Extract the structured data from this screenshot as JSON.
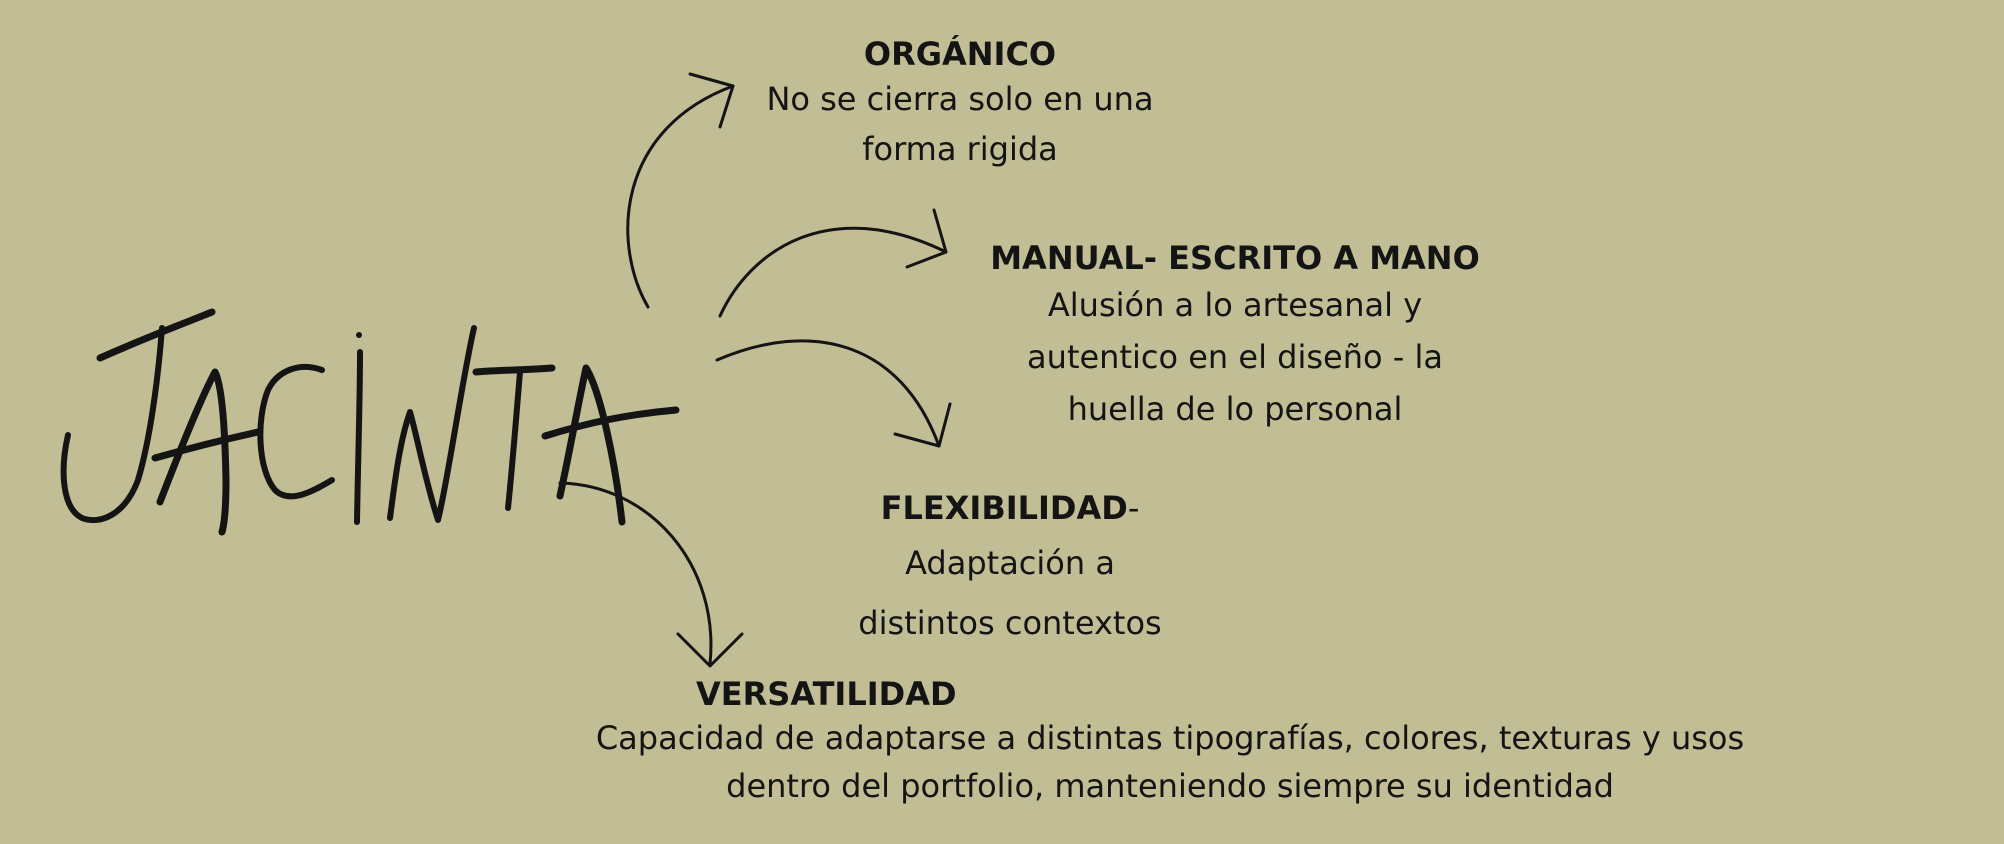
{
  "logo": {
    "lettering": "JACINTA"
  },
  "concepts": {
    "organico": {
      "heading": "ORGÁNICO",
      "lines": [
        "No se cierra solo en una",
        "forma rigida"
      ]
    },
    "manual": {
      "heading": "MANUAL- ESCRITO A MANO",
      "lines": [
        "Alusión a lo artesanal y",
        "autentico en el diseño - la",
        "huella de lo personal"
      ]
    },
    "flexibilidad": {
      "heading": "FLEXIBILIDAD",
      "suffix": "-",
      "lines": [
        "Adaptación a",
        "distintos contextos"
      ]
    },
    "versatilidad": {
      "heading": "VERSATILIDAD",
      "lines": [
        "Capacidad de adaptarse a distintas tipografías, colores, texturas y usos",
        "dentro del portfolio, manteniendo siempre su identidad"
      ]
    }
  },
  "colors": {
    "background": "#c1bd94",
    "ink": "#141414"
  }
}
